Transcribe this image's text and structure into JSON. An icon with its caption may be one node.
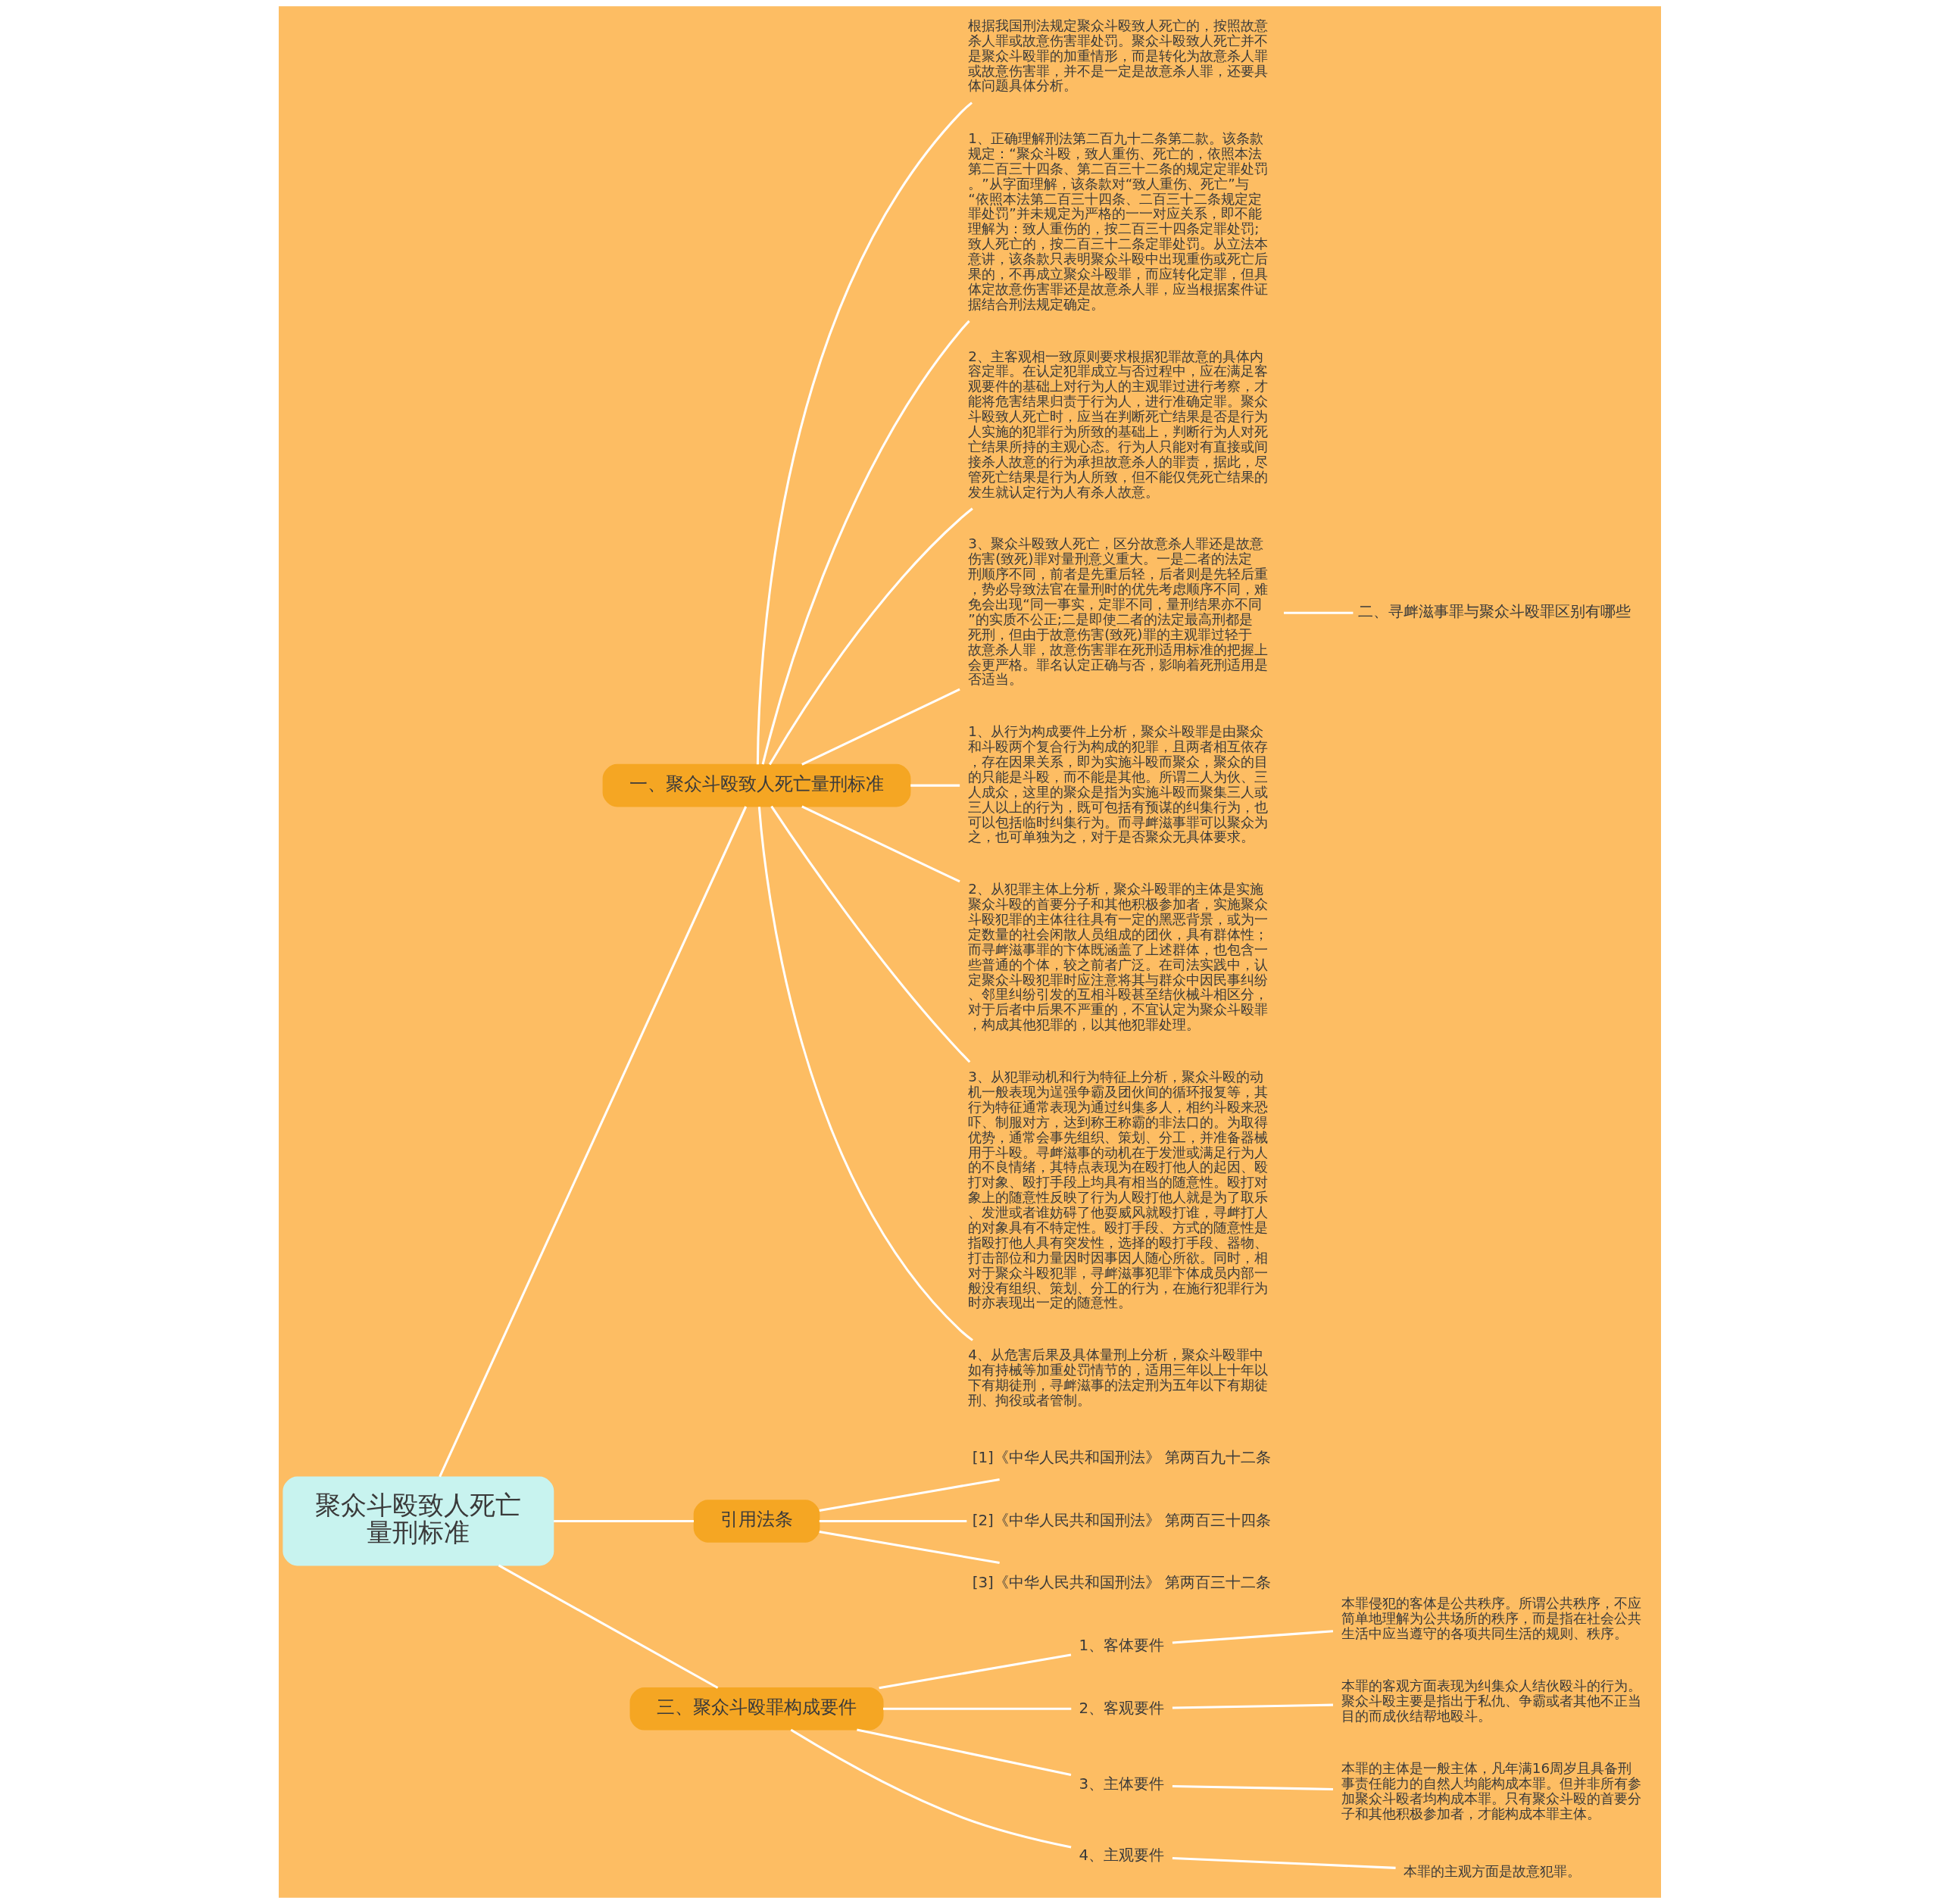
{
  "diagram": {
    "nodes": [
      {
        "text": [
          "聚众斗殴致人死亡量刑标准"
        ]
      },
      {
        "text": [
          "一、聚众斗殴致人死亡量刑标准"
        ]
      },
      {
        "text": [
          "根据我国刑法规定聚众斗殴致人死亡的，按照故意杀人罪或故意伤害罪处罚。聚众斗殴致人死亡并不是聚众斗殴罪的加重情形，而是转化为故意杀人罪或故意伤害罪，并不是一定是故意杀人罪，还要具体问题具体分析。"
        ]
      },
      {
        "text": [
          "1、正确理解刑法第二百九十二条第二款。该条款规定：“聚众斗殴，致人重伤、死亡的，依照本法第二百三十四条、第二百三十二条的规定定罪处罚。”从字面理解，该条款对“致人重伤、死亡”与“依照本法第二百三十四条、二百三十二条规定定罪处罚”并未规定为严格的一一对应关系，即不能理解为：致人重伤的，按二百三十四条定罪处罚;致人死亡的，按二百三十二条定罪处罚。从立法本意讲，该条款只表明聚众斗殴中出现重伤或死亡后果的，不再成立聚众斗殴罪，而应转化定罪，但具体定故意伤害罪还是故意杀人罪，应当根据案件证据结合刑法规定确定。"
        ]
      },
      {
        "text": [
          "2、主客观相一致原则要求根据犯罪故意的具体内容定罪。在认定犯罪成立与否过程中，应在满足客观要件的基础上对行为人的主观罪过进行考察，才能将危害结果归责于行为人，进行准确定罪。聚众斗殴致人死亡时，应当在判断死亡结果是否是行为人实施的犯罪行为所致的基础上，判断行为人对死亡结果所持的主观心态。行为人只能对有直接或间接杀人故意的行为承担故意杀人的罪责，据此，尽管死亡结果是行为人所致，但不能仅凭死亡结果的发生就认定行为人有杀人故意。"
        ]
      },
      {
        "text": [
          "3、聚众斗殴致人死亡，区分故意杀人罪还是故意伤害(致死)罪对量刑意义重大。一是二者的法定刑顺序不同，前者是先重后轻，后者则是先轻后重，势必导致法官在量刑时的优先考虑顺序不同，难免会出现“同一事实，定罪不同，量刑结果亦不同”的实质不公正;二是即使二者的法定最高刑都是死刑，但由于故意伤害(致死)罪的主观罪过轻于故意杀人罪，故意伤害罪在死刑适用标准的把握上会更严格。罪名认定正确与否，影响着死刑适用是否适当。"
        ]
      },
      {
        "text": [
          "二、寻衅滋事罪与聚众斗殴罪区别有哪些"
        ]
      },
      {
        "text": [
          "1、从行为构成要件上分析，聚众斗殴罪是由聚众和斗殴两个复合行为构成的犯罪，且两者相互依存，存在因果关系，即为实施斗殴而聚众，聚众的目的只能是斗殴，而不能是其他。所谓二人为伙、三人成众，这里的聚众是指为实施斗殴而聚集三人或三人以上的行为，既可包括有预谋的纠集行为，也可以包括临时纠集行为。而寻衅滋事罪可以聚众为之，也可单独为之，对于是否聚众无具体要求。"
        ]
      },
      {
        "text": [
          "2、从犯罪主体上分析，聚众斗殴罪的主体是实施聚众斗殴的首要分子和其他积极参加者，实施聚众斗殴犯罪的主体往往具有一定的黑恶背景，或为一定数量的社会闲散人员组成的团伙，具有群体性；而寻衅滋事罪的卞体既涵盖了上述群体，也包含一些普通的个体，较之前者广泛。在司法实践中，认定聚众斗殴犯罪时应注意将其与群众中因民事纠纷、邻里纠纷引发的互相斗殴甚至结伙械斗相区分，对于后者中后果不严重的，不宜认定为聚众斗殴罪，构成其他犯罪的，以其他犯罪处理。"
        ]
      },
      {
        "text": [
          "3、从犯罪动机和行为特征上分析，聚众斗殴的动机一般表现为逞强争霸及团伙间的循环报复等，其行为特征通常表现为通过纠集多人，相约斗殴来恐吓、制服对方，达到称王称霸的非法口的。为取得优势，通常会事先组织、策划、分工，并准备器械用于斗殴。寻衅滋事的动机在于发泄或满足行为人的不良情绪，其特点表现为在殴打他人的起因、殴打对象、殴打手段上均具有相当的随意性。殴打对象上的随意性反映了行为人殴打他人就是为了取乐、发泄或者谁妨碍了他耍威风就殴打谁，寻衅打人的对象具有不特定性。殴打手段、方式的随意性是指殴打他人具有突发性，选择的殴打手段、器物、打击部位和力量因时因事因人随心所欲。同时，相对于聚众斗殴犯罪，寻衅滋事犯罪卞体成员内部一般没有组织、策划、分工的行为，在施行犯罪行为时亦表现出一定的随意性。"
        ]
      },
      {
        "text": [
          "4、从危害后果及具体量刑上分析，聚众斗殴罪中如有持械等加重处罚情节的，适用三年以上十年以下有期徒刑，寻衅滋事的法定刑为五年以下有期徒刑、拘役或者管制。"
        ]
      },
      {
        "text": [
          "引用法条"
        ]
      },
      {
        "text": [
          "[1]《中华人民共和国刑法》 第两百九十二条"
        ]
      },
      {
        "text": [
          "[2]《中华人民共和国刑法》 第两百三十四条"
        ]
      },
      {
        "text": [
          "[3]《中华人民共和国刑法》 第两百三十二条"
        ]
      },
      {
        "text": [
          "三、聚众斗殴罪构成要件"
        ]
      },
      {
        "text": [
          "1、客体要件"
        ]
      },
      {
        "text": [
          "本罪侵犯的客体是公共秩序。所谓公共秩序，不应简单地理解为公共场所的秩序，而是指在社会公共生活中应当遵守的各项共同生活的规则、秩序。"
        ]
      },
      {
        "text": [
          "2、客观要件"
        ]
      },
      {
        "text": [
          "本罪的客观方面表现为纠集众人结伙殴斗的行为。聚众斗殴主要是指出于私仇、争霸或者其他不正当目的而成伙结帮地殴斗。"
        ]
      },
      {
        "text": [
          "3、主体要件"
        ]
      },
      {
        "text": [
          "本罪的主体是一般主体，凡年满16周岁且具备刑事责任能力的自然人均能构成本罪。但并非所有参加聚众斗殴者均构成本罪。只有聚众斗殴的首要分子和其他积极参加者，才能构成本罪主体。"
        ]
      },
      {
        "text": [
          "4、主观要件"
        ]
      },
      {
        "text": [
          "本罪的主观方面是故意犯罪。"
        ]
      }
    ],
    "edges": [
      {
        "from": 0,
        "to": 1,
        "arrow": "none"
      },
      {
        "from": 1,
        "to": 2,
        "arrow": "none"
      },
      {
        "from": 1,
        "to": 3,
        "arrow": "none"
      },
      {
        "from": 1,
        "to": 4,
        "arrow": "none"
      },
      {
        "from": 1,
        "to": 5,
        "arrow": "none"
      },
      {
        "from": 5,
        "to": 6,
        "arrow": "none"
      },
      {
        "from": 1,
        "to": 7,
        "arrow": "none"
      },
      {
        "from": 1,
        "to": 8,
        "arrow": "none"
      },
      {
        "from": 1,
        "to": 9,
        "arrow": "none"
      },
      {
        "from": 1,
        "to": 10,
        "arrow": "none"
      },
      {
        "from": 0,
        "to": 11,
        "arrow": "none"
      },
      {
        "from": 11,
        "to": 12,
        "arrow": "none"
      },
      {
        "from": 11,
        "to": 13,
        "arrow": "none"
      },
      {
        "from": 11,
        "to": 14,
        "arrow": "none"
      },
      {
        "from": 0,
        "to": 15,
        "arrow": "none"
      },
      {
        "from": 15,
        "to": 16,
        "arrow": "none"
      },
      {
        "from": 16,
        "to": 17,
        "arrow": "none"
      },
      {
        "from": 15,
        "to": 18,
        "arrow": "none"
      },
      {
        "from": 18,
        "to": 19,
        "arrow": "none"
      },
      {
        "from": 15,
        "to": 20,
        "arrow": "none"
      },
      {
        "from": 20,
        "to": 21,
        "arrow": "none"
      },
      {
        "from": 15,
        "to": 22,
        "arrow": "none"
      },
      {
        "from": 22,
        "to": 23,
        "arrow": "none"
      }
    ]
  }
}
